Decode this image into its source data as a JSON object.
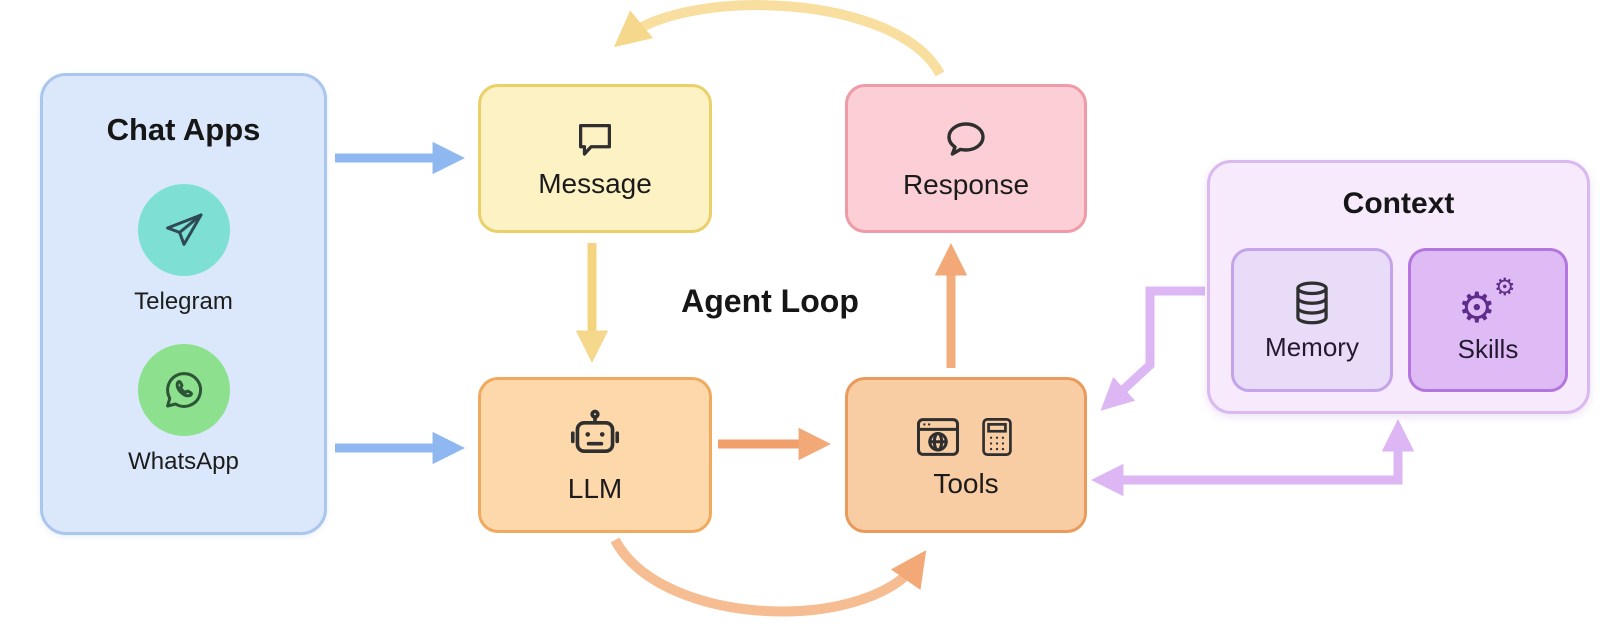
{
  "diagram": {
    "agent_loop_label": "Agent Loop",
    "chat_apps": {
      "title": "Chat Apps",
      "items": [
        {
          "label": "Telegram",
          "icon": "telegram-icon",
          "badge_color": "#7ee0d4"
        },
        {
          "label": "WhatsApp",
          "icon": "whatsapp-icon",
          "badge_color": "#8de08d"
        }
      ]
    },
    "nodes": {
      "message": {
        "label": "Message",
        "icon": "chat-square-icon",
        "fill": "#fdf2c4",
        "border": "#e9d069"
      },
      "response": {
        "label": "Response",
        "icon": "chat-bubble-icon",
        "fill": "#fbcfd5",
        "border": "#ef9ba7"
      },
      "llm": {
        "label": "LLM",
        "icon": "robot-icon",
        "fill": "#fcd8ab",
        "border": "#efaa60"
      },
      "tools": {
        "label": "Tools",
        "icons": [
          "browser-icon",
          "calculator-icon"
        ],
        "fill": "#f9cda4",
        "border": "#e99a5c"
      }
    },
    "context": {
      "title": "Context",
      "fill": "#f6eafc",
      "border": "#dab9f0",
      "items": [
        {
          "label": "Memory",
          "icon": "database-icon",
          "fill": "#e8dcf9",
          "border": "#c4a3ea"
        },
        {
          "label": "Skills",
          "icon": "gears-icon",
          "fill": "#dfbbf6",
          "border": "#b376de"
        }
      ]
    },
    "arrow_colors": {
      "blue": "#8fb8f1",
      "yellow": "#f5d685",
      "orange": "#f3a877",
      "purple": "#dcb7f4"
    }
  }
}
